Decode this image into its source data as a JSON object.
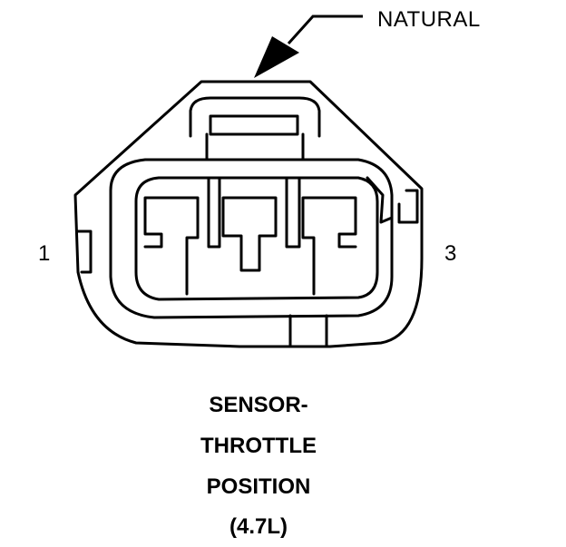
{
  "callout": {
    "color_label": "NATURAL"
  },
  "pins": {
    "left": "1",
    "right": "3"
  },
  "caption": {
    "line1": "SENSOR-",
    "line2": "THROTTLE",
    "line3": "POSITION",
    "line4": "(4.7L)"
  },
  "colors": {
    "ink": "#000000",
    "paper": "#ffffff"
  }
}
